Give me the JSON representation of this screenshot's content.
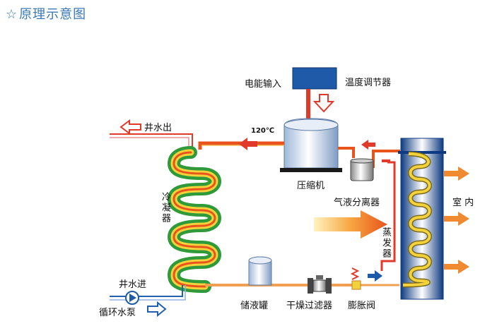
{
  "title": "原理示意图",
  "labels": {
    "power_input": "电能输入",
    "thermostat": "温度调节器",
    "well_water_out": "井水出",
    "temperature": "120℃",
    "compressor": "压缩机",
    "separator": "气液分离器",
    "indoor": "室 内",
    "condenser": "冷凝器",
    "evaporator": "蒸发器",
    "well_water_in": "井水进",
    "circulation_pump": "循环水泵",
    "receiver_tank": "储液罐",
    "dryer_filter": "干燥过滤器",
    "expansion_valve": "膨胀阀"
  },
  "colors": {
    "hot_pipe": "#e8541c",
    "liquid_pipe": "#f0a050",
    "title": "#3a78b8",
    "thermostat_box": "#1f5aa8",
    "coil_green": "#2e9a3a",
    "coil_yellow": "#f4d23c",
    "arrow_orange": "#f08a30",
    "panel_blue": "#1b4f9a"
  }
}
